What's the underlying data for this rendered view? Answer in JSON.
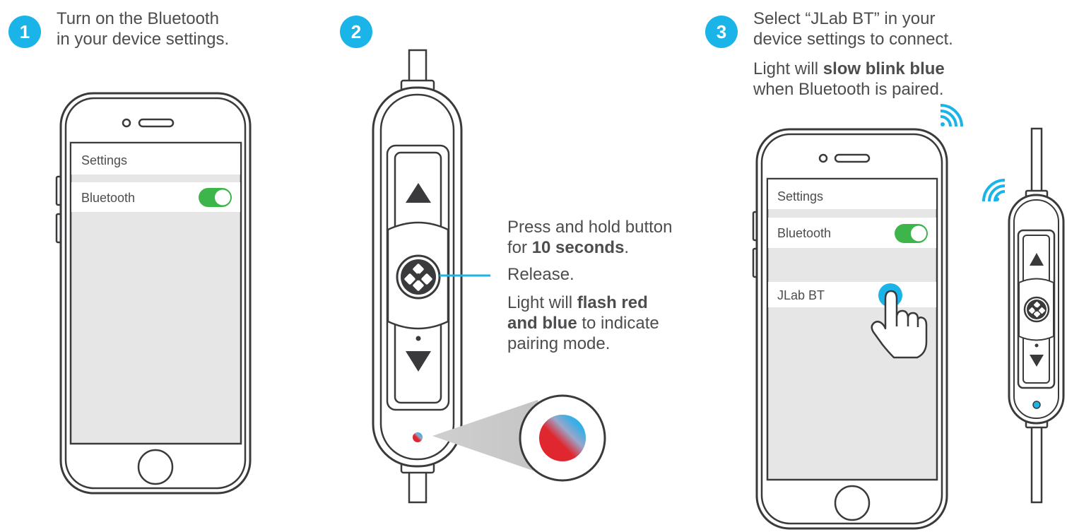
{
  "colors": {
    "accent": "#1ab4e8",
    "toggle": "#3db54a",
    "outline": "#3a3a3c",
    "text": "#4d4d4f",
    "screen": "#e6e6e7",
    "led_red": "#e0262f"
  },
  "step1": {
    "number": "1",
    "line1": "Turn on the Bluetooth",
    "line2": "in your device settings.",
    "phone": {
      "header": "Settings",
      "row_label": "Bluetooth",
      "toggle_on": true
    }
  },
  "step2": {
    "number": "2",
    "p1_a": "Press and hold button",
    "p1_b": "for ",
    "p1_bold": "10 seconds",
    "p1_c": ".",
    "p2": "Release.",
    "p3_a": "Light will ",
    "p3_bold1": "flash red",
    "p3_bold2": "and blue",
    "p3_b": " to indicate",
    "p3_c": "pairing mode."
  },
  "step3": {
    "number": "3",
    "line1": "Select “JLab BT” in your",
    "line2": "device settings to connect.",
    "l3_a": "Light will ",
    "l3_bold": "slow blink blue",
    "l4": "when Bluetooth is paired.",
    "phone": {
      "header": "Settings",
      "row_label": "Bluetooth",
      "device": "JLab BT",
      "toggle_on": true
    }
  },
  "icons": {
    "up": "triangle-up-icon",
    "down": "triangle-down-icon",
    "logo": "jlab-logo-icon",
    "wireless": "wireless-signal-icon",
    "hand": "pointing-hand-icon"
  }
}
